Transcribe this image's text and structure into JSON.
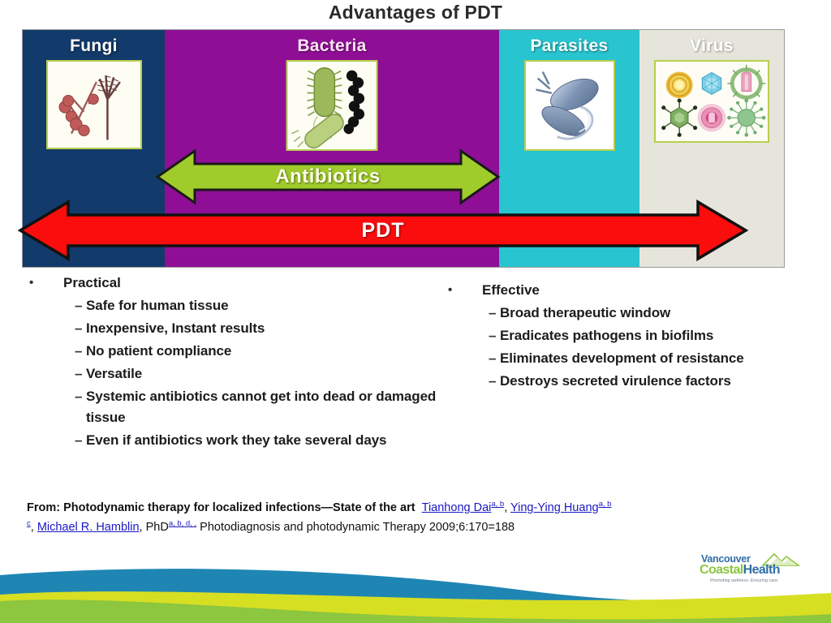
{
  "slide": {
    "title": "Advantages of PDT"
  },
  "figure": {
    "panels": [
      {
        "name": "Fungi",
        "label": "Fungi",
        "color": "#123a6b",
        "icon": "fungi-micrograph-icon"
      },
      {
        "name": "Bacteria",
        "label": "Bacteria",
        "color": "#8e0f96",
        "icon": "bacteria-micrograph-icon"
      },
      {
        "name": "Parasites",
        "label": "Parasites",
        "color": "#28c4cf",
        "icon": "parasite-micrograph-icon"
      },
      {
        "name": "Virus",
        "label": "Virus",
        "color": "#e6e5dc",
        "icon": "virus-particles-icon"
      }
    ],
    "arrows": [
      {
        "label": "Antibiotics",
        "color": "#9fcb2b",
        "spans": "Bacteria only",
        "icon": "double-headed-arrow-icon"
      },
      {
        "label": "PDT",
        "color": "#fb0d0d",
        "spans": "Fungi through Virus",
        "icon": "double-headed-arrow-icon"
      }
    ]
  },
  "bullets": {
    "left": {
      "heading": "Practical",
      "items": [
        "Safe for human tissue",
        "Inexpensive, Instant results",
        "No patient compliance",
        "Versatile",
        "Systemic antibiotics cannot get into dead or damaged tissue",
        " Even if antibiotics work they take several days"
      ]
    },
    "right": {
      "heading": "Effective",
      "items": [
        "Broad therapeutic window",
        "Eradicates pathogens in biofilms",
        "Eliminates development of resistance",
        "Destroys secreted virulence factors"
      ]
    },
    "marker_level1": "•",
    "marker_level2": "–"
  },
  "citation": {
    "prefix": "From:  Photodynamic therapy for localized infections—State of the art",
    "authors": [
      {
        "name": "Tianhong Dai",
        "sup": "a, b"
      },
      {
        "name": "Ying-Ying Huang",
        "sup": "a, b"
      },
      {
        "name": "Michael R. Hamblin",
        "sup": ""
      }
    ],
    "author_separator": ", ",
    "sup_c": "c",
    "degree": "PhD",
    "degree_sup": "a, b, d, ,",
    "journal": "Photodiagnosis and photodynamic Therapy  2009;6:170=188"
  },
  "logo": {
    "line1": "Vancouver",
    "line2_part1": "Coastal",
    "line2_part2": "Health",
    "tagline": "Promoting wellness. Ensuring care.",
    "icon": "mountain-icon",
    "blue": "#2f6ea5",
    "green": "#8cc63e"
  },
  "waves": {
    "blue": "#1f86b4",
    "yellow_green": "#d7df23",
    "light_green": "#8dc63f"
  }
}
